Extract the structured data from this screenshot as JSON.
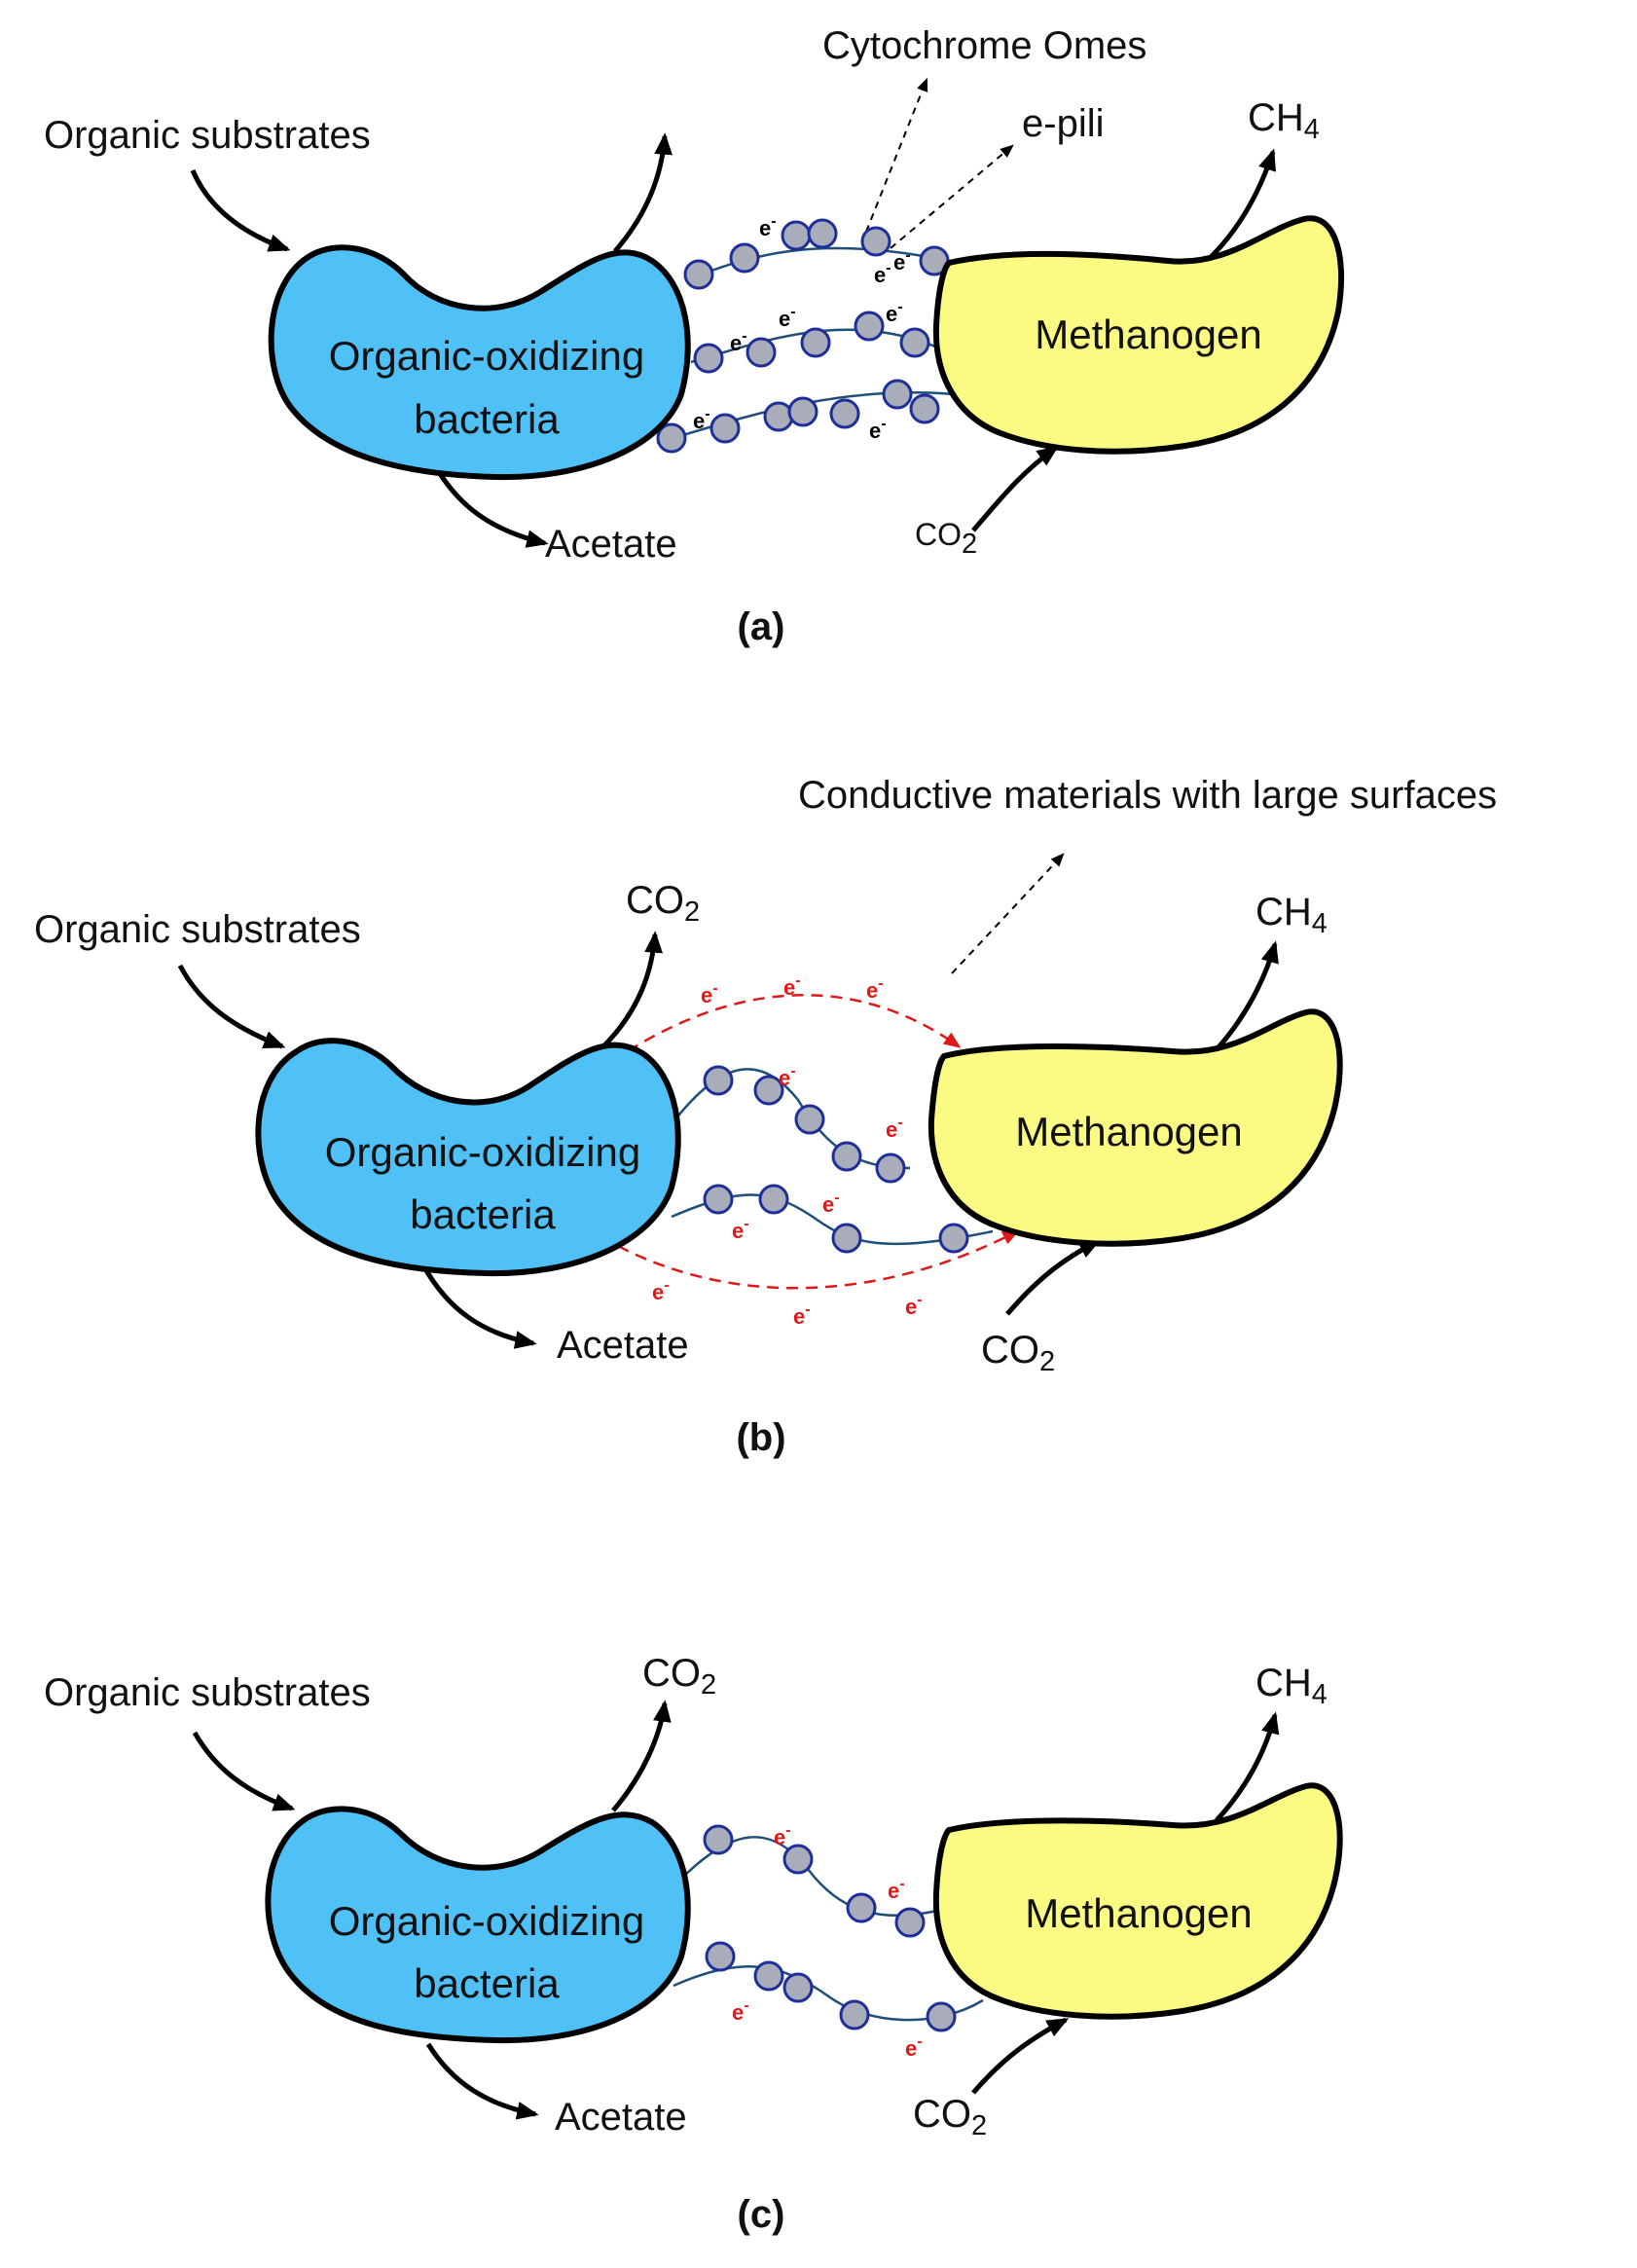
{
  "colors": {
    "bacteria_fill": "#4fc1f6",
    "methanogen_fill": "#fbfb84",
    "electron_red": "#e01818",
    "wire_blue": "#1f4e79",
    "bead_fill": "#a9acb9",
    "bead_stroke": "#1f2f9a"
  },
  "common": {
    "bacteria_line1": "Organic-oxidizing",
    "bacteria_line2": "bacteria",
    "methanogen": "Methanogen",
    "organic_substrates": "Organic substrates",
    "acetate": "Acetate",
    "co2_main": "CO",
    "co2_sub": "2",
    "ch4_main": "CH",
    "ch4_sub": "4",
    "electron_main": "e",
    "electron_sup": "-"
  },
  "panels": [
    {
      "label": "(a)",
      "callouts": [
        "Cytochrome Omes",
        "e-pili"
      ]
    },
    {
      "label": "(b)",
      "callouts": [
        "Conductive materials with large surfaces"
      ]
    },
    {
      "label": "(c)",
      "callouts": []
    }
  ]
}
